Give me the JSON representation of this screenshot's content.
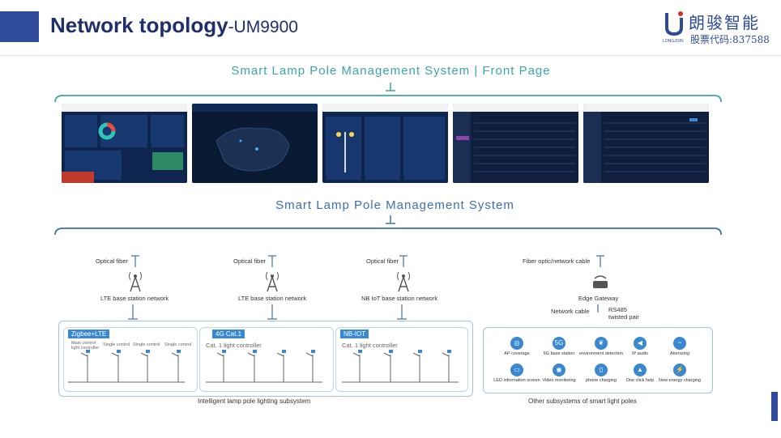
{
  "header": {
    "title": "Network topology",
    "subtitle": "-UM9900",
    "brand_cn": "朗骏智能",
    "stock_code": "股票代码:837588",
    "logo_text": "LONGJOIN"
  },
  "sections": {
    "front_page": "Smart Lamp Pole Management System | Front Page",
    "system": "Smart Lamp Pole Management System"
  },
  "columns": [
    {
      "uplink": "Optical fiber",
      "network": "LTE base station network",
      "tag": "Zigbee+LTE"
    },
    {
      "uplink": "Optical fiber",
      "network": "LTE base station network",
      "tag": "4G Cat.1",
      "controller": "Cat. 1 light controller"
    },
    {
      "uplink": "Optical fiber",
      "network": "NB IoT base station network",
      "tag": "NB-IOT",
      "controller": "Cat. 1 light controller"
    },
    {
      "uplink": "Fiber optic/network cable",
      "gateway": "Edge Gateway",
      "cable": "Network cable",
      "rs485": "RS485",
      "twisted": "twisted pair"
    }
  ],
  "zigbee_labels": {
    "main": "Main control",
    "main2": "light controller",
    "single1": "Single control",
    "single2": "Single control",
    "single3": "Single control"
  },
  "subsystems": [
    {
      "label": "AP coverage",
      "icon": "wifi-icon"
    },
    {
      "label": "5G base station",
      "icon": "5g-icon"
    },
    {
      "label": "environment detection",
      "icon": "leaf-icon"
    },
    {
      "label": "IP audio",
      "icon": "speaker-icon"
    },
    {
      "label": "Atomizing",
      "icon": "atomizer-icon"
    },
    {
      "label": "LED information screen",
      "icon": "screen-icon"
    },
    {
      "label": "Video monitoring",
      "icon": "camera-icon"
    },
    {
      "label": "phone charging",
      "icon": "phone-icon"
    },
    {
      "label": "One click help",
      "icon": "alarm-icon"
    },
    {
      "label": "New energy charging",
      "icon": "charger-icon"
    }
  ],
  "captions": {
    "lighting": "Intelligent lamp pole lighting subsystem",
    "other": "Other subsystems of smart light poles"
  }
}
